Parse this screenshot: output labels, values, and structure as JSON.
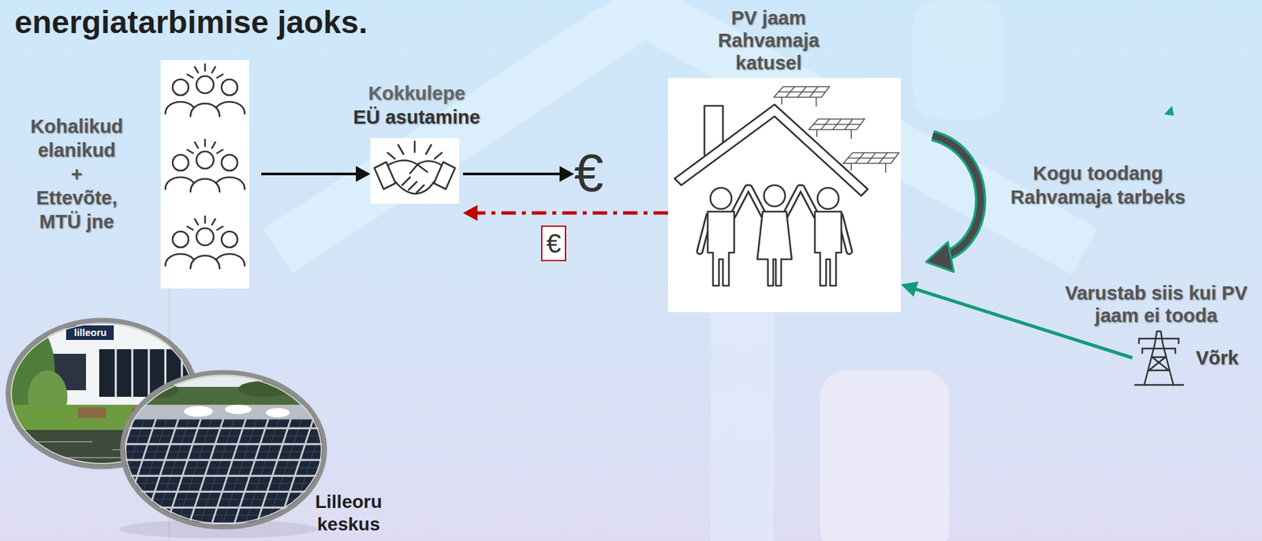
{
  "diagram": {
    "title": "energiatarbimise jaoks.",
    "nodes": [
      {
        "text": [
          "Kohalikud elanikud + Ettevõte, MTÜ jne"
        ]
      },
      {
        "text": [
          "Kokkulepe",
          "EÜ asutamine"
        ]
      },
      {
        "text": [
          "€"
        ]
      },
      {
        "text": [
          "PV jaam Rahvamaja katusel"
        ]
      },
      {
        "text": [
          "Võrk"
        ]
      },
      {
        "text": [
          "Lilleoru keskus"
        ]
      }
    ],
    "edges": [
      {
        "from": 0,
        "to": 1,
        "arrow": "to"
      },
      {
        "from": 1,
        "to": 2,
        "arrow": "to"
      },
      {
        "from": 3,
        "to": 1,
        "label": "€",
        "arrow": "to"
      },
      {
        "from": 4,
        "to": 3,
        "label": "Varustab siis kui PV jaam ei tooda",
        "arrow": "to"
      }
    ],
    "labels": [
      "Kogu toodang Rahvamaja tarbeks",
      "lilleoru"
    ]
  }
}
